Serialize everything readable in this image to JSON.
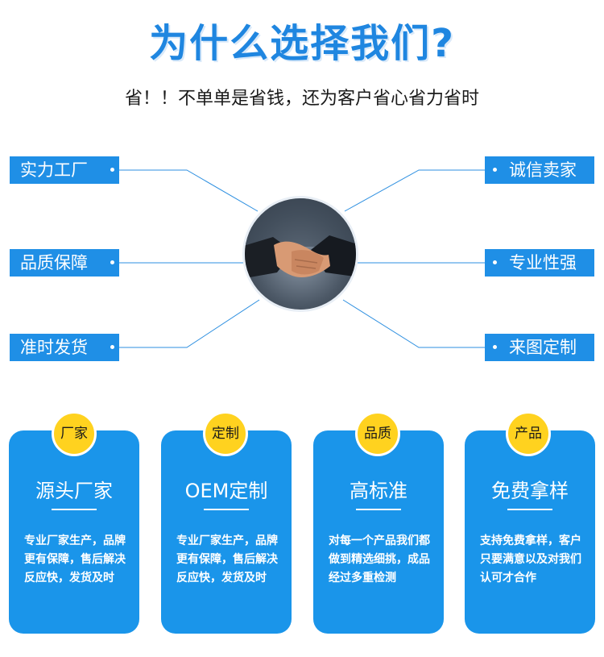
{
  "header": {
    "title": "为什么选择我们?",
    "subtitle": "省！！不单单是省钱，还为客户省心省力省时"
  },
  "features": {
    "left": [
      "实力工厂",
      "品质保障",
      "准时发货"
    ],
    "right": [
      "诚信卖家",
      "专业性强",
      "来图定制"
    ]
  },
  "cards": [
    {
      "badge": "厂家",
      "title": "源头厂家",
      "desc": "专业厂家生产，品牌更有保障，售后解决反应快，发货及时"
    },
    {
      "badge": "定制",
      "title": "OEM定制",
      "desc": "专业厂家生产，品牌更有保障，售后解决反应快，发货及时"
    },
    {
      "badge": "品质",
      "title": "高标准",
      "desc": "对每一个产品我们都做到精选细挑，成品经过多重检测"
    },
    {
      "badge": "产品",
      "title": "免费拿样",
      "desc": "支持免费拿样，客户只要满意以及对我们认可才合作"
    }
  ],
  "colors": {
    "accent": "#1f8fe6",
    "badge": "#ffd21f",
    "title": "#1f86e0"
  }
}
